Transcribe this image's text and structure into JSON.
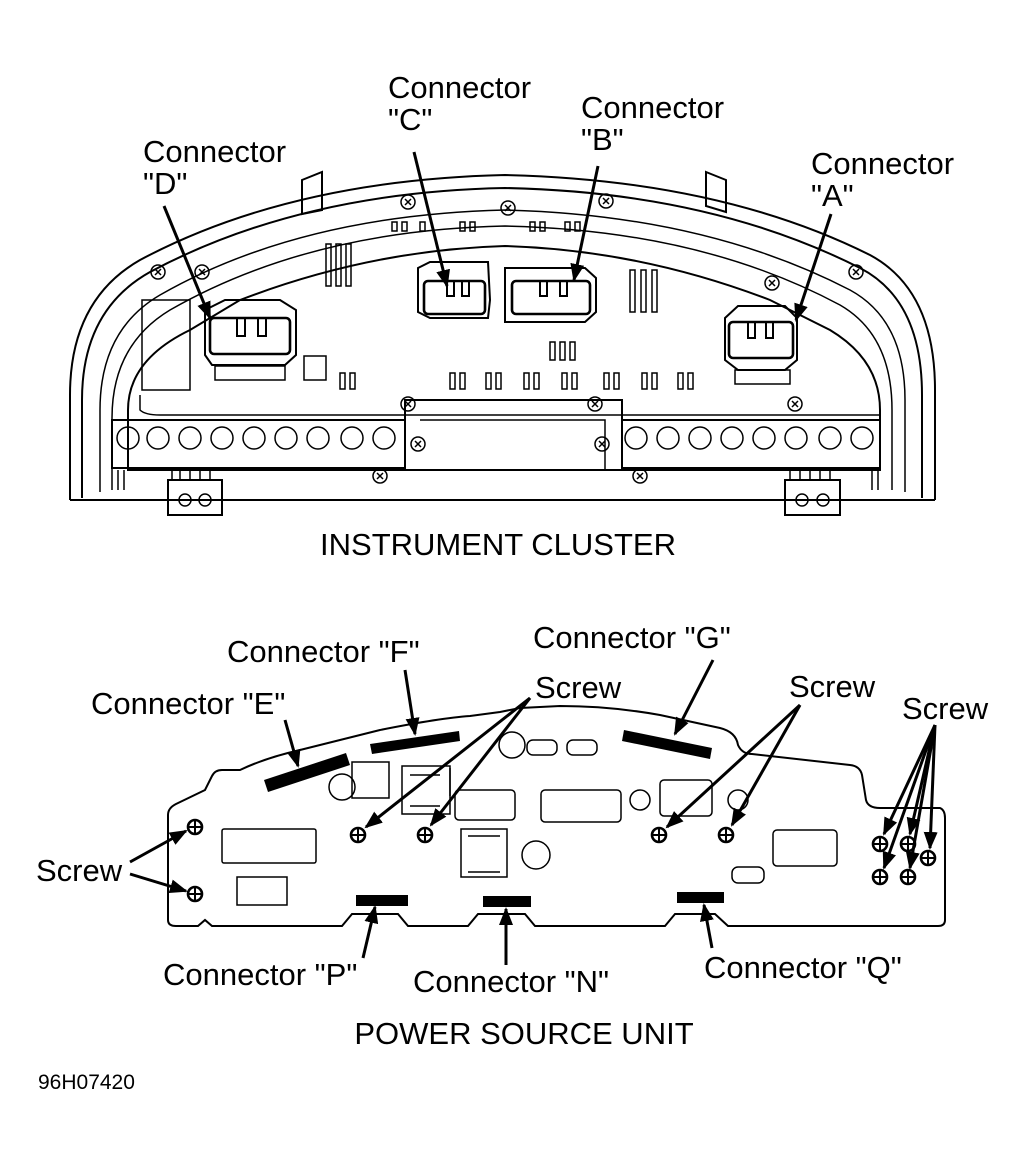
{
  "figure_id": "96H07420",
  "instrument_cluster": {
    "caption": "INSTRUMENT CLUSTER",
    "connectors": [
      {
        "id": "A",
        "label_line1": "Connector",
        "label_line2": "\"A\""
      },
      {
        "id": "B",
        "label_line1": "Connector",
        "label_line2": "\"B\""
      },
      {
        "id": "C",
        "label_line1": "Connector",
        "label_line2": "\"C\""
      },
      {
        "id": "D",
        "label_line1": "Connector",
        "label_line2": "\"D\""
      }
    ]
  },
  "power_source_unit": {
    "caption": "POWER SOURCE UNIT",
    "connectors": [
      {
        "id": "E",
        "label": "Connector \"E\""
      },
      {
        "id": "F",
        "label": "Connector \"F\""
      },
      {
        "id": "G",
        "label": "Connector \"G\""
      },
      {
        "id": "P",
        "label": "Connector \"P\""
      },
      {
        "id": "N",
        "label": "Connector \"N\""
      },
      {
        "id": "Q",
        "label": "Connector \"Q\""
      }
    ],
    "screw_labels": [
      {
        "id": "left",
        "label": "Screw",
        "count": 2
      },
      {
        "id": "center",
        "label": "Screw",
        "count": 2
      },
      {
        "id": "right-center",
        "label": "Screw",
        "count": 2
      },
      {
        "id": "right",
        "label": "Screw",
        "count": 5
      }
    ]
  }
}
